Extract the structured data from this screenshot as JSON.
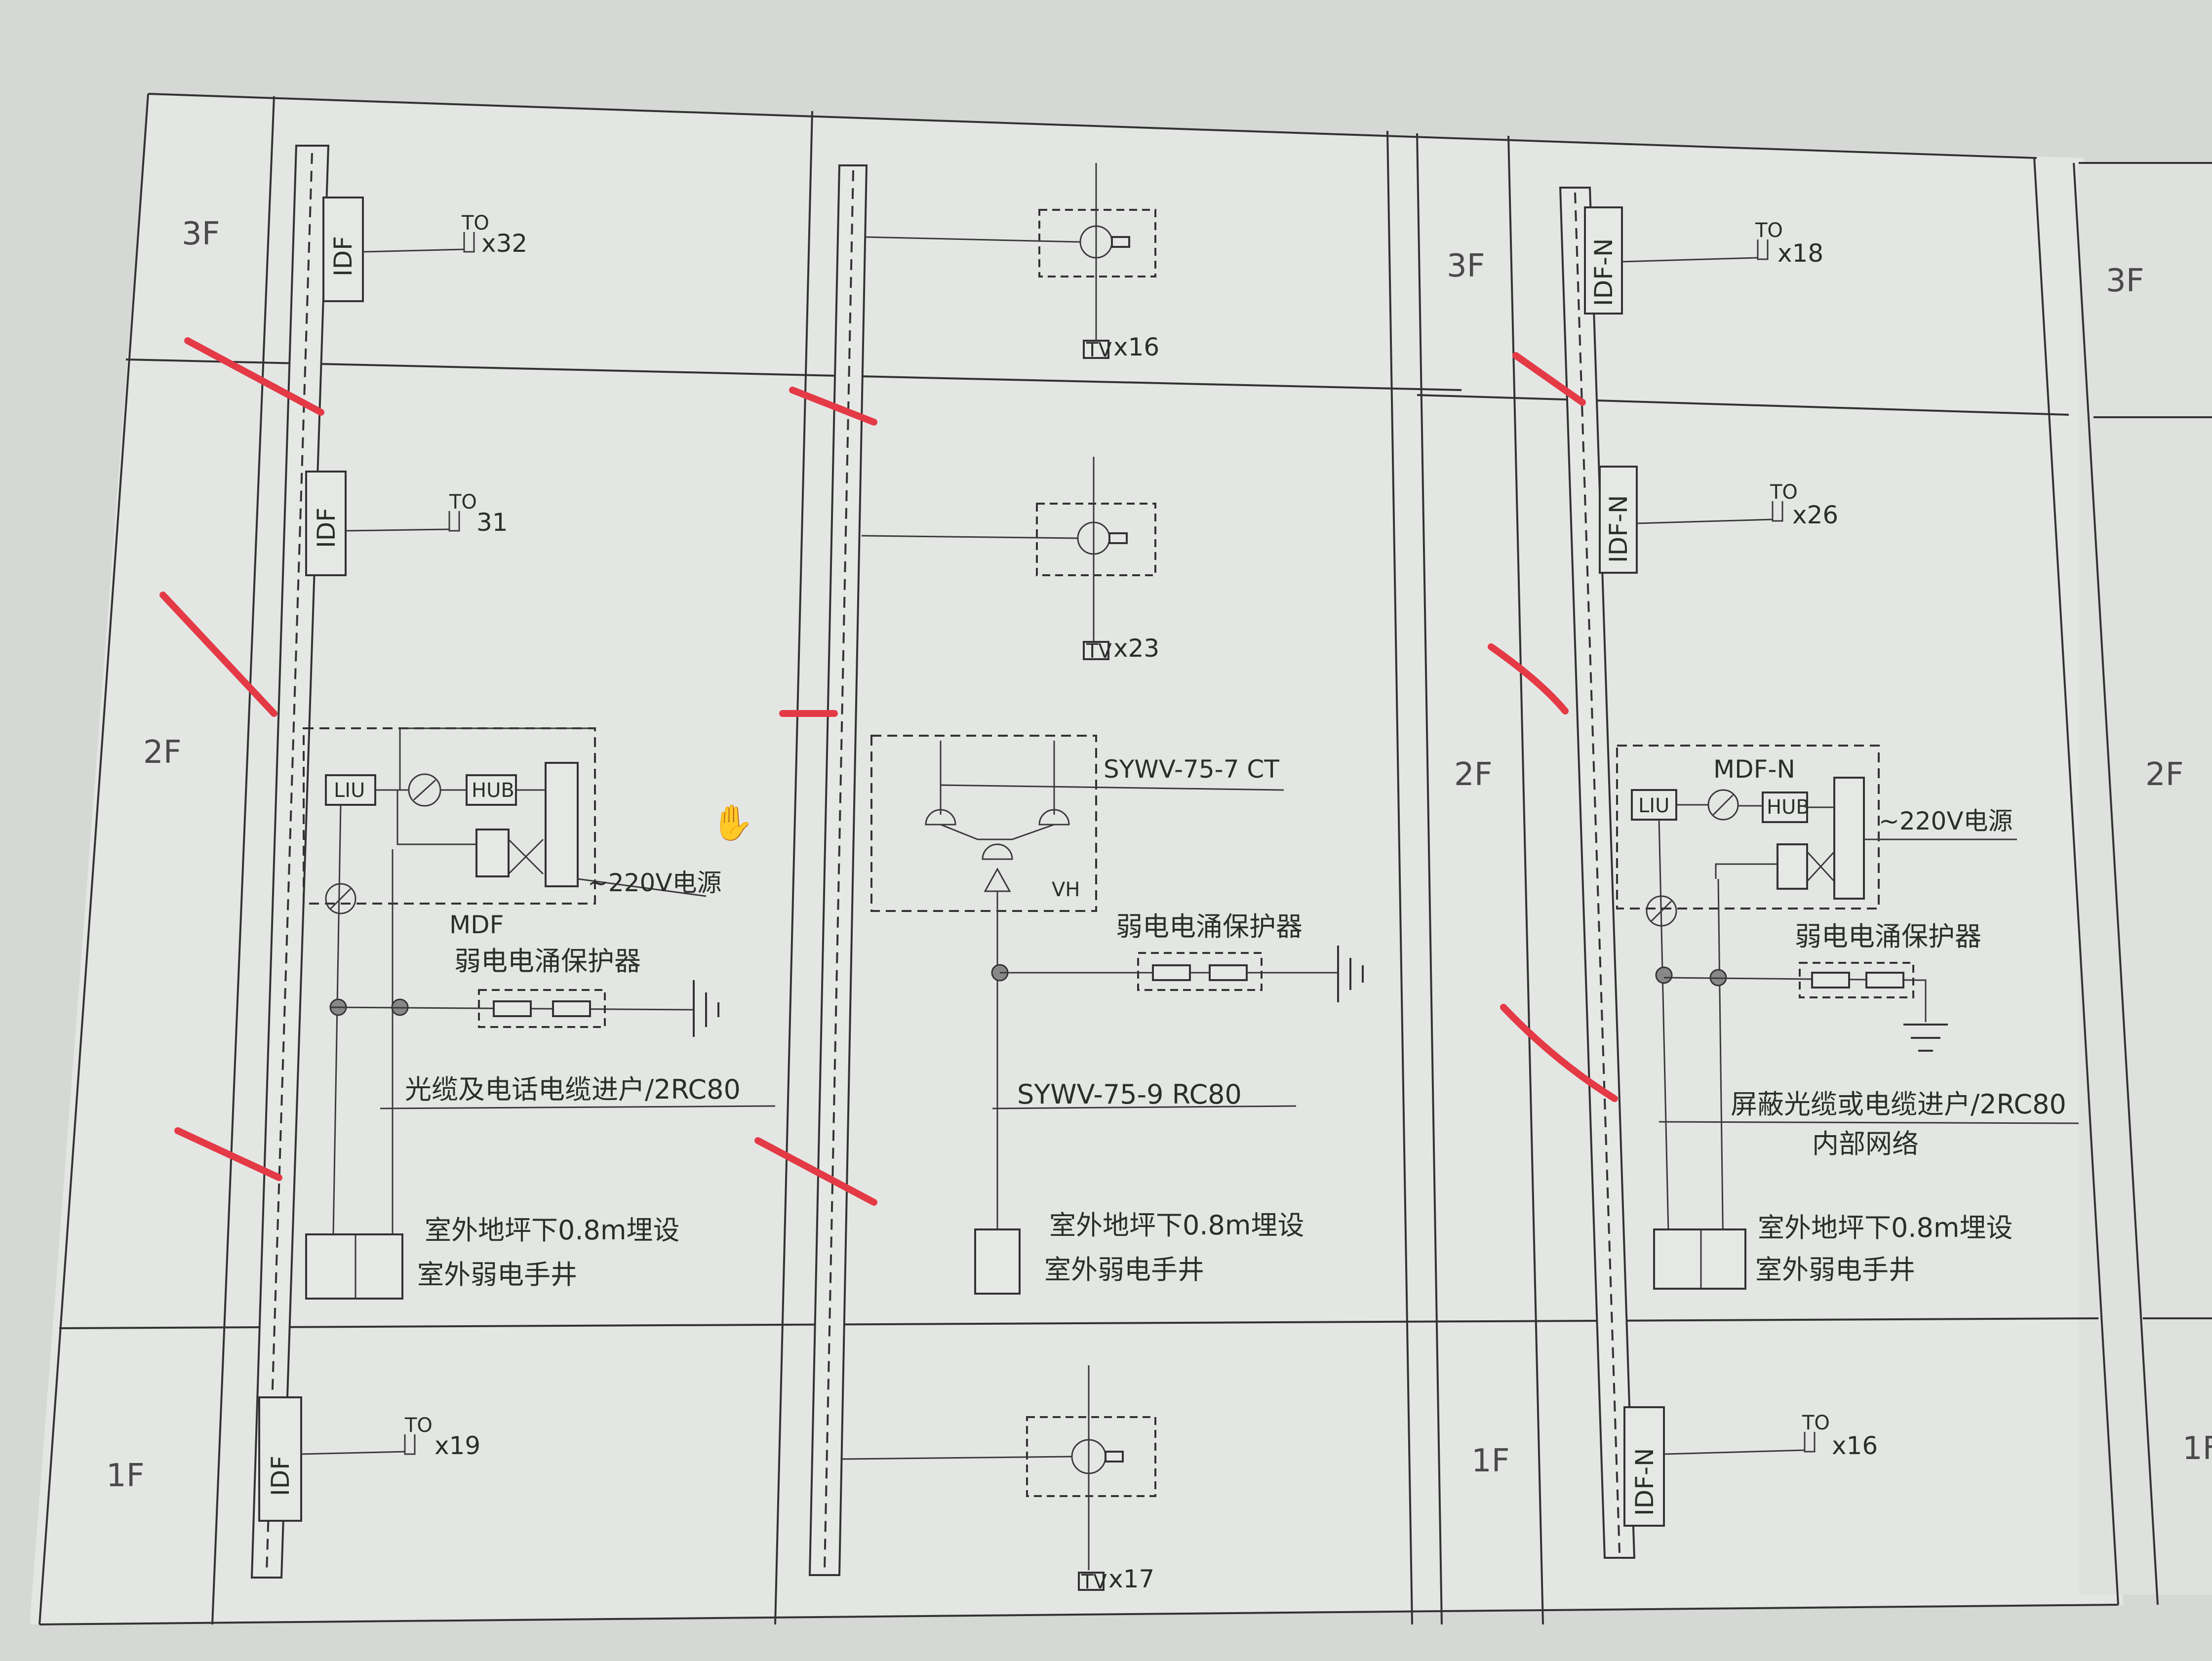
{
  "floors": {
    "f3": "3F",
    "f2": "2F",
    "f1": "1F"
  },
  "panel1": {
    "idf": "IDF",
    "to_3f": "TO",
    "to_3f_count": "x32",
    "to_2f": "TO",
    "to_2f_count": "31",
    "to_1f": "TO",
    "to_1f_count": "x19",
    "liu": "LIU",
    "hub": "HUB",
    "power": "~220V电源",
    "mdf": "MDF",
    "protector": "弱电电涌保护器",
    "cable_entry": "光缆及电话电缆进户/2RC80",
    "bury": "室外地坪下0.8m埋设",
    "handhole": "室外弱电手井"
  },
  "panel2": {
    "tv": "TV",
    "tv_3f_count": "x16",
    "tv_2f_count": "x23",
    "tv_1f_count": "x17",
    "cable_top": "SYWV-75-7 CT",
    "vh": "VH",
    "protector": "弱电电涌保护器",
    "cable_entry": "SYWV-75-9 RC80",
    "bury": "室外地坪下0.8m埋设",
    "handhole": "室外弱电手井"
  },
  "panel3": {
    "idf": "IDF-N",
    "to_3f_count": "x18",
    "to_2f_count": "x26",
    "to_1f_count": "x16",
    "to": "TO",
    "mdf": "MDF-N",
    "liu": "LIU",
    "hub": "HUB",
    "power": "~220V电源",
    "protector": "弱电电涌保护器",
    "cable_entry": "屏蔽光缆或电缆进户/2RC80",
    "network": "内部网络",
    "bury": "室外地坪下0.8m埋设",
    "handhole": "室外弱电手井"
  }
}
